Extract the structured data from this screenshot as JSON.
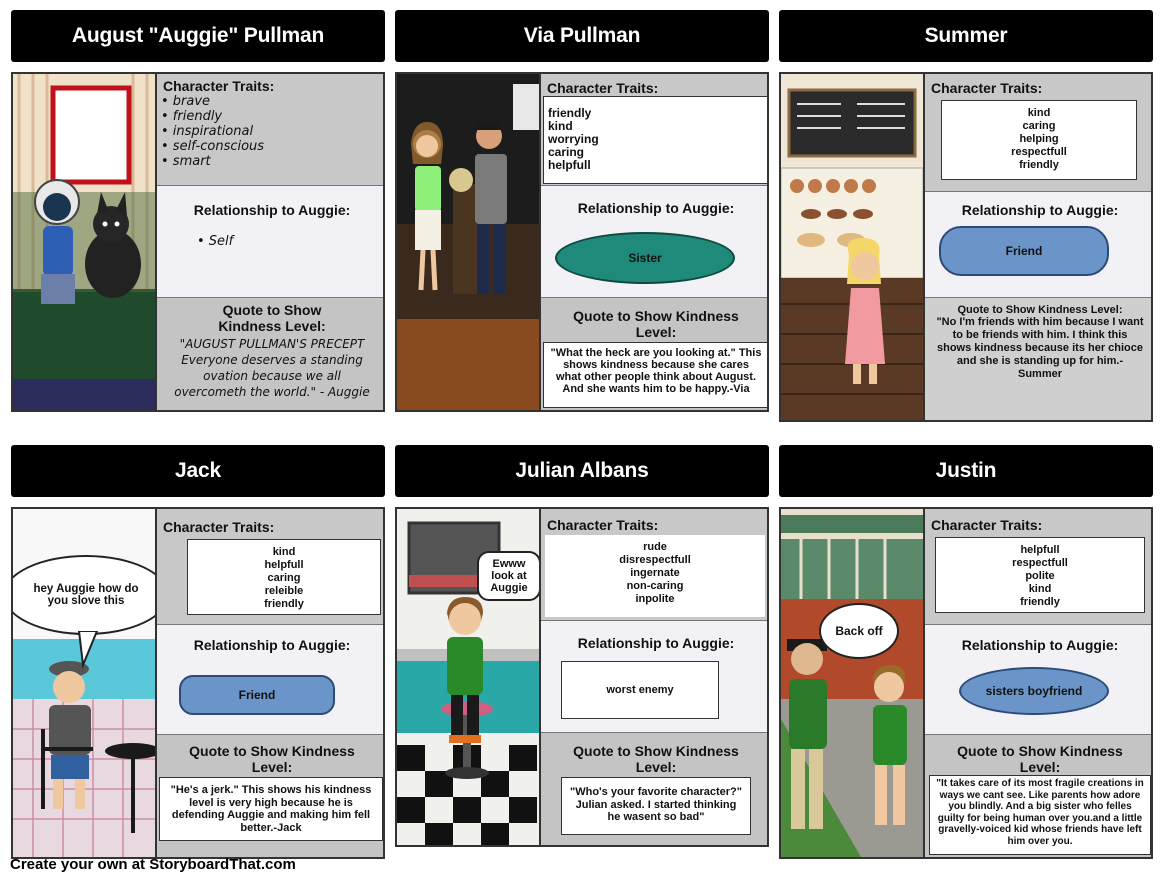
{
  "footer": "Create your own at StoryboardThat.com",
  "labels": {
    "traits": "Character Traits:",
    "relationship": "Relationship to Auggie:",
    "quote": "Quote to Show Kindness Level:"
  },
  "panels": [
    {
      "name": "August \"Auggie\" Pullman",
      "traits": [
        "• brave",
        "• friendly",
        "• inspirational",
        "• self-conscious",
        "• smart"
      ],
      "relationship": "• Self",
      "quote": "\"AUGUST PULLMAN'S PRECEPT Everyone deserves a standing ovation because we all overcometh the world.\" - Auggie"
    },
    {
      "name": "Via Pullman",
      "traits": [
        "friendly",
        "kind",
        "worrying",
        "caring",
        "helpfull"
      ],
      "relationship": "Sister",
      "quote": "\"What the heck are you looking at.\" This shows kindness because she cares what other people think about August. And she wants him to be happy.-Via"
    },
    {
      "name": "Summer",
      "traits": [
        "kind",
        "caring",
        "helping",
        "respectfull",
        "friendly"
      ],
      "relationship": "Friend",
      "quote": "\"No I'm friends with him because I want to be friends with him. I think this shows kindness because its her chioce and she is standing up for him.-Summer"
    },
    {
      "name": "Jack",
      "traits": [
        "kind",
        "helpfull",
        "caring",
        "releible",
        "friendly"
      ],
      "relationship": "Friend",
      "quote": "\"He's a jerk.\" This shows his kindness level is very high because he is defending Auggie and making him fell better.-Jack",
      "speech": "hey Auggie how do you slove this"
    },
    {
      "name": "Julian Albans",
      "traits": [
        "rude",
        "disrespectfull",
        "ingernate",
        "non-caring",
        "inpolite"
      ],
      "relationship": "worst enemy",
      "quote": "\"Who's your favorite character?\" Julian asked. I started thinking he wasent so bad\"",
      "speech": "Ewww look at Auggie"
    },
    {
      "name": "Justin",
      "traits": [
        "helpfull",
        "respectfull",
        "polite",
        "kind",
        "friendly"
      ],
      "relationship": "sisters boyfriend",
      "quote": "\"It takes care of its most fragile creations in ways we cant see. Like parents how adore you blindly. And a big sister who felles guilty for being human over you.and a little gravelly-voiced kid whose friends have left him over you.",
      "speech": "Back off"
    }
  ],
  "colors": {
    "header_bg": "#000000",
    "oval_teal": "#1f8a7a",
    "oval_blue": "#6b95c8",
    "panel_grey": "#c8c8c8"
  }
}
